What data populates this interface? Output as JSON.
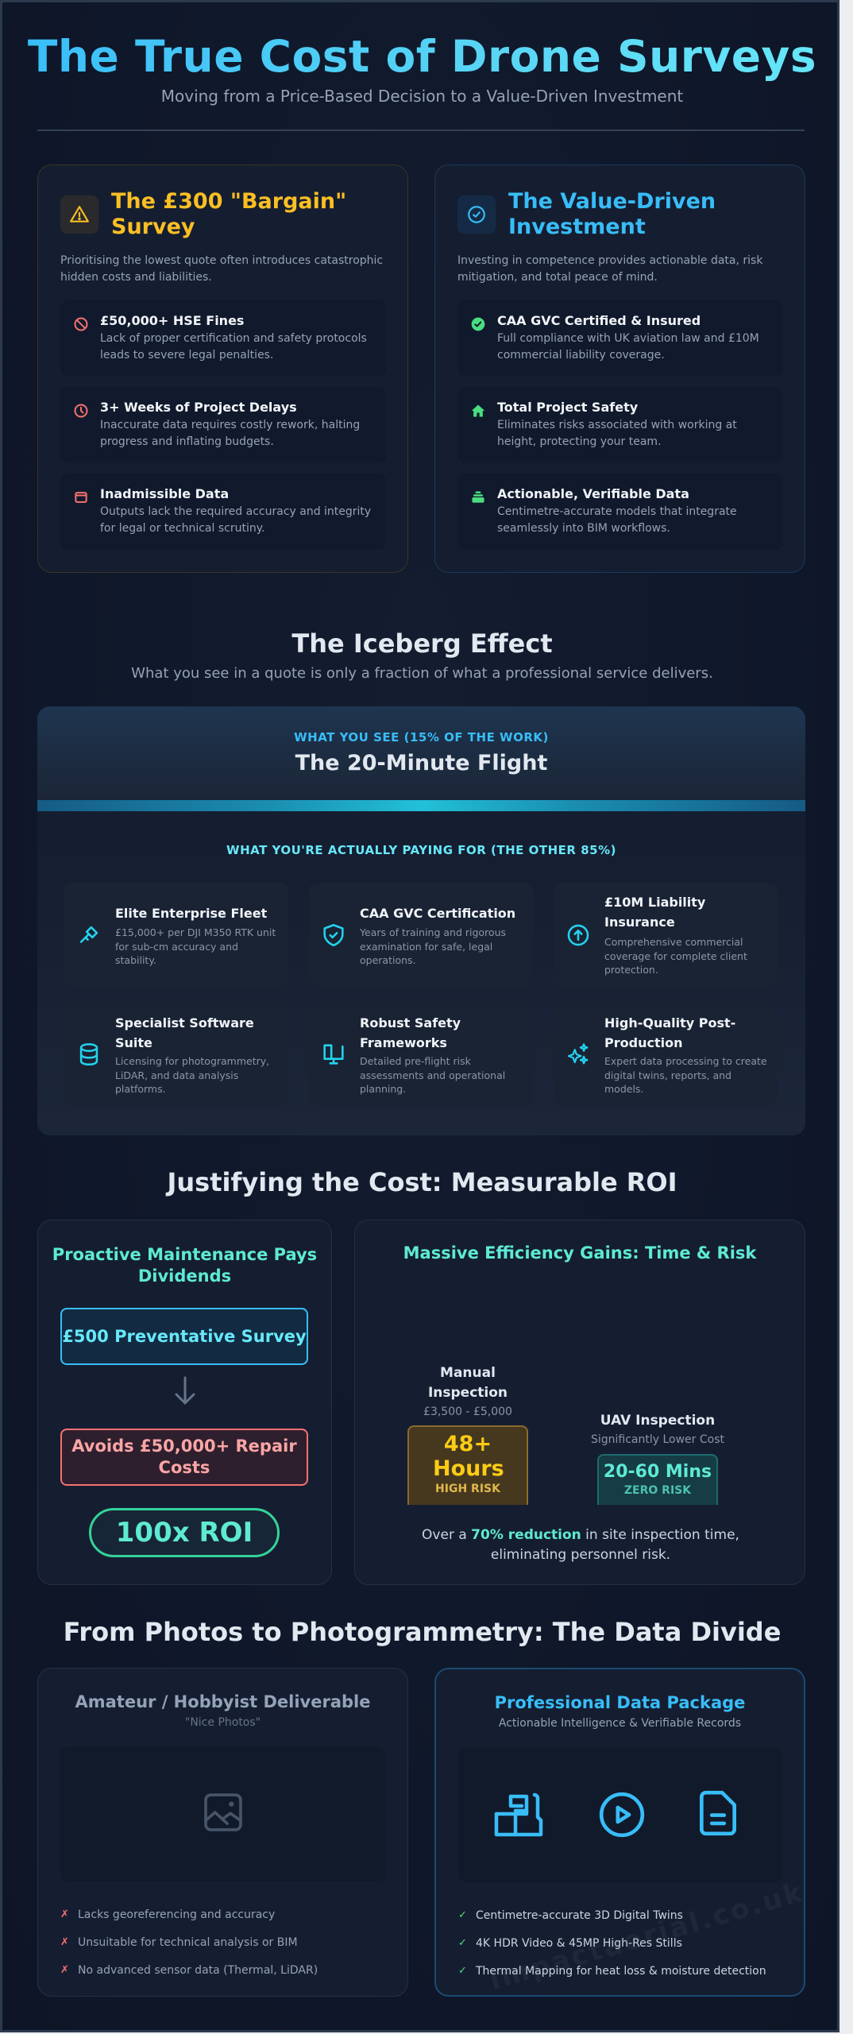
{
  "header": {
    "title": "The True Cost of Drone Surveys",
    "subtitle": "Moving from a Price-Based Decision to a Value-Driven Investment"
  },
  "comparison": {
    "bargain": {
      "icon": "warning-triangle-icon",
      "title": "The £300 \"Bargain\" Survey",
      "description": "Prioritising the lowest quote often introduces catastrophic hidden costs and liabilities.",
      "accent": "#fbbf24",
      "items": [
        {
          "icon": "ban-icon",
          "title": "£50,000+ HSE Fines",
          "text": "Lack of proper certification and safety protocols leads to severe legal penalties."
        },
        {
          "icon": "clock-icon",
          "title": "3+ Weeks of Project Delays",
          "text": "Inaccurate data requires costly rework, halting progress and inflating budgets."
        },
        {
          "icon": "window-icon",
          "title": "Inadmissible Data",
          "text": "Outputs lack the required accuracy and integrity for legal or technical scrutiny."
        }
      ]
    },
    "value": {
      "icon": "check-circle-icon",
      "title": "The Value-Driven Investment",
      "description": "Investing in competence provides actionable data, risk mitigation, and total peace of mind.",
      "accent": "#38bdf8",
      "items": [
        {
          "icon": "check-badge-icon",
          "title": "CAA GVC Certified & Insured",
          "text": "Full compliance with UK aviation law and £10M commercial liability coverage."
        },
        {
          "icon": "home-icon",
          "title": "Total Project Safety",
          "text": "Eliminates risks associated with working at height, protecting your team."
        },
        {
          "icon": "stack-icon",
          "title": "Actionable, Verifiable Data",
          "text": "Centimetre-accurate models that integrate seamlessly into BIM workflows."
        }
      ]
    }
  },
  "iceberg": {
    "title": "The Iceberg Effect",
    "subtitle": "What you see in a quote is only a fraction of what a professional service delivers.",
    "visible_label": "WHAT YOU SEE (15% OF THE WORK)",
    "visible_title": "The 20-Minute Flight",
    "hidden_label": "WHAT YOU'RE ACTUALLY PAYING FOR (THE OTHER 85%)",
    "tiles": [
      {
        "icon": "drone-icon",
        "title": "Elite Enterprise Fleet",
        "text": "£15,000+ per DJI M350 RTK unit for sub-cm accuracy and stability."
      },
      {
        "icon": "shield-check-icon",
        "title": "CAA GVC Certification",
        "text": "Years of training and rigorous examination for safe, legal operations."
      },
      {
        "icon": "arrow-up-circle-icon",
        "title": "£10M Liability Insurance",
        "text": "Comprehensive commercial coverage for complete client protection."
      },
      {
        "icon": "database-icon",
        "title": "Specialist Software Suite",
        "text": "Licensing for photogrammetry, LiDAR, and data analysis platforms."
      },
      {
        "icon": "monitor-icon",
        "title": "Robust Safety Frameworks",
        "text": "Detailed pre-flight risk assessments and operational planning."
      },
      {
        "icon": "sparkles-icon",
        "title": "High-Quality Post-Production",
        "text": "Expert data processing to create digital twins, reports, and models."
      }
    ]
  },
  "roi": {
    "title": "Justifying the Cost: Measurable ROI",
    "maintenance": {
      "title": "Proactive Maintenance Pays Dividends",
      "survey": "£500 Preventative Survey",
      "arrow_icon": "arrow-down-icon",
      "avoids": "Avoids £50,000+ Repair Costs",
      "badge": "100x ROI"
    },
    "efficiency": {
      "title": "Massive Efficiency Gains: Time & Risk",
      "manual": {
        "name": "Manual Inspection",
        "cost": "£3,500 - £5,000",
        "value": "48+ Hours",
        "risk": "HIGH RISK"
      },
      "uav": {
        "name": "UAV Inspection",
        "cost": "Significantly Lower Cost",
        "value": "20-60 Mins",
        "risk": "ZERO RISK"
      },
      "note_pre": "Over a ",
      "note_highlight": "70% reduction",
      "note_post": " in site inspection time, eliminating personnel risk."
    }
  },
  "chart_data": {
    "type": "bar",
    "title": "Massive Efficiency Gains: Time & Risk",
    "categories": [
      "Manual Inspection",
      "UAV Inspection"
    ],
    "labels": [
      "48+ Hours",
      "20-60 Mins"
    ],
    "risk": [
      "HIGH RISK",
      "ZERO RISK"
    ],
    "cost": [
      "£3,500 - £5,000",
      "Significantly Lower Cost"
    ],
    "xlabel": "",
    "ylabel": ""
  },
  "data_divide": {
    "title": "From Photos to Photogrammetry: The Data Divide",
    "amateur": {
      "title": "Amateur / Hobbyist Deliverable",
      "subtitle": "\"Nice Photos\"",
      "icon": "image-icon",
      "mark": "✗",
      "items": [
        "Lacks georeferencing and accuracy",
        "Unsuitable for technical analysis or BIM",
        "No advanced sensor data (Thermal, LiDAR)"
      ]
    },
    "professional": {
      "title": "Professional Data Package",
      "subtitle": "Actionable Intelligence & Verifiable Records",
      "icons": [
        "3d-model-icon",
        "play-circle-icon",
        "document-icon"
      ],
      "mark": "✓",
      "items": [
        "Centimetre-accurate 3D Digital Twins",
        "4K HDR Video & 45MP High-Res Stills",
        "Thermal Mapping for heat loss & moisture detection"
      ]
    }
  },
  "watermark": "impactaerial.co.uk"
}
